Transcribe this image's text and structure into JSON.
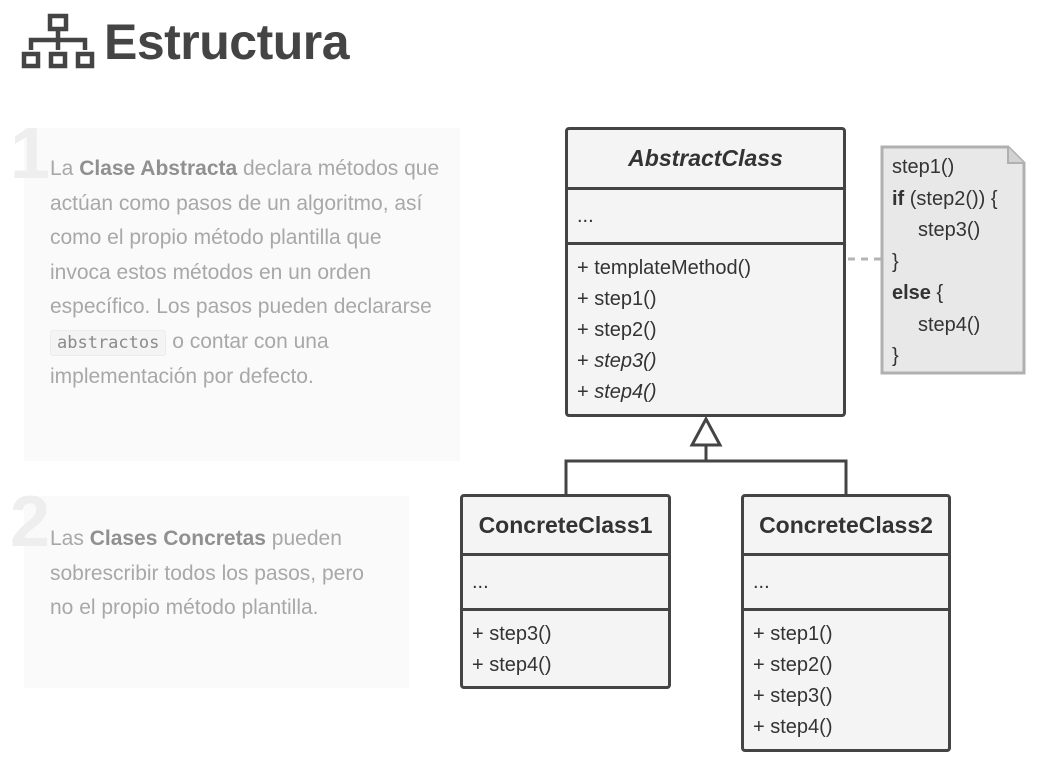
{
  "title": "Estructura",
  "icon": "structure-icon",
  "notes": [
    {
      "number": "1",
      "parts": [
        {
          "type": "text",
          "text": "La "
        },
        {
          "type": "bold",
          "text": "Clase Abstracta"
        },
        {
          "type": "text",
          "text": " declara métodos que actúan como pasos de un algoritmo, así como el propio método plantilla que invoca estos métodos en un orden específico. Los pasos pueden declararse "
        },
        {
          "type": "code",
          "text": "abstractos"
        },
        {
          "type": "text",
          "text": " o contar con una implementación por defecto."
        }
      ]
    },
    {
      "number": "2",
      "parts": [
        {
          "type": "text",
          "text": "Las "
        },
        {
          "type": "bold",
          "text": "Clases Concretas"
        },
        {
          "type": "text",
          "text": " pueden sobrescribir todos los pasos, pero no el propio método plantilla."
        }
      ]
    }
  ],
  "diagram": {
    "abstract_class": {
      "name": "AbstractClass",
      "fields": "...",
      "methods": [
        {
          "text": "+ templateMethod()",
          "italic": false
        },
        {
          "text": "+ step1()",
          "italic": false
        },
        {
          "text": "+ step2()",
          "italic": false
        },
        {
          "prefix": "+ ",
          "text": "step3()",
          "italic": true
        },
        {
          "prefix": "+ ",
          "text": "step4()",
          "italic": true
        }
      ]
    },
    "concrete_classes": [
      {
        "name": "ConcreteClass1",
        "fields": "...",
        "methods": [
          "+ step3()",
          "+ step4()"
        ]
      },
      {
        "name": "ConcreteClass2",
        "fields": "...",
        "methods": [
          "+ step1()",
          "+ step2()",
          "+ step3()",
          "+ step4()"
        ]
      }
    ],
    "note_code": [
      {
        "parts": [
          {
            "t": "step1()"
          }
        ]
      },
      {
        "parts": [
          {
            "t": "if",
            "b": true
          },
          {
            "t": " (step2()) {"
          }
        ]
      },
      {
        "parts": [
          {
            "t": "step3()"
          }
        ],
        "indent": true
      },
      {
        "parts": [
          {
            "t": "}"
          }
        ]
      },
      {
        "parts": [
          {
            "t": "else",
            "b": true
          },
          {
            "t": " {"
          }
        ]
      },
      {
        "parts": [
          {
            "t": "step4()"
          }
        ],
        "indent": true
      },
      {
        "parts": [
          {
            "t": "}"
          }
        ]
      }
    ]
  },
  "colors": {
    "border": "#444444",
    "box_fill": "#f4f4f4",
    "note_fill": "#e8e8e8",
    "note_border": "#b0b0b0",
    "card_bg": "#fafafa",
    "muted_text": "#a8a8a8"
  }
}
